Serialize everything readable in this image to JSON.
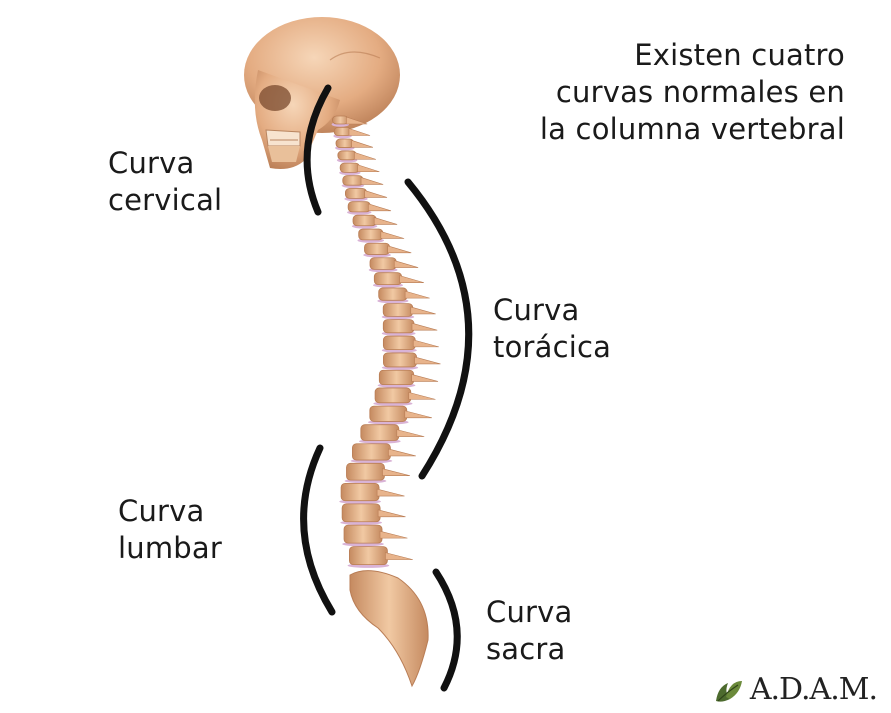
{
  "intro": {
    "line1": "Existen cuatro",
    "line2": "curvas normales en",
    "line3": "la columna vertebral"
  },
  "labels": {
    "cervical": {
      "line1": "Curva",
      "line2": "cervical"
    },
    "toracica": {
      "line1": "Curva",
      "line2": "torácica"
    },
    "lumbar": {
      "line1": "Curva",
      "line2": "lumbar"
    },
    "sacra": {
      "line1": "Curva",
      "line2": "sacra"
    }
  },
  "logo": {
    "text": "A.D.A.M.",
    "icon": "leaf-icon"
  },
  "colors": {
    "bone": "#e8b48c",
    "bone_shadow": "#b97d55",
    "disc": "#d9b3d6",
    "bracket": "#111111"
  }
}
